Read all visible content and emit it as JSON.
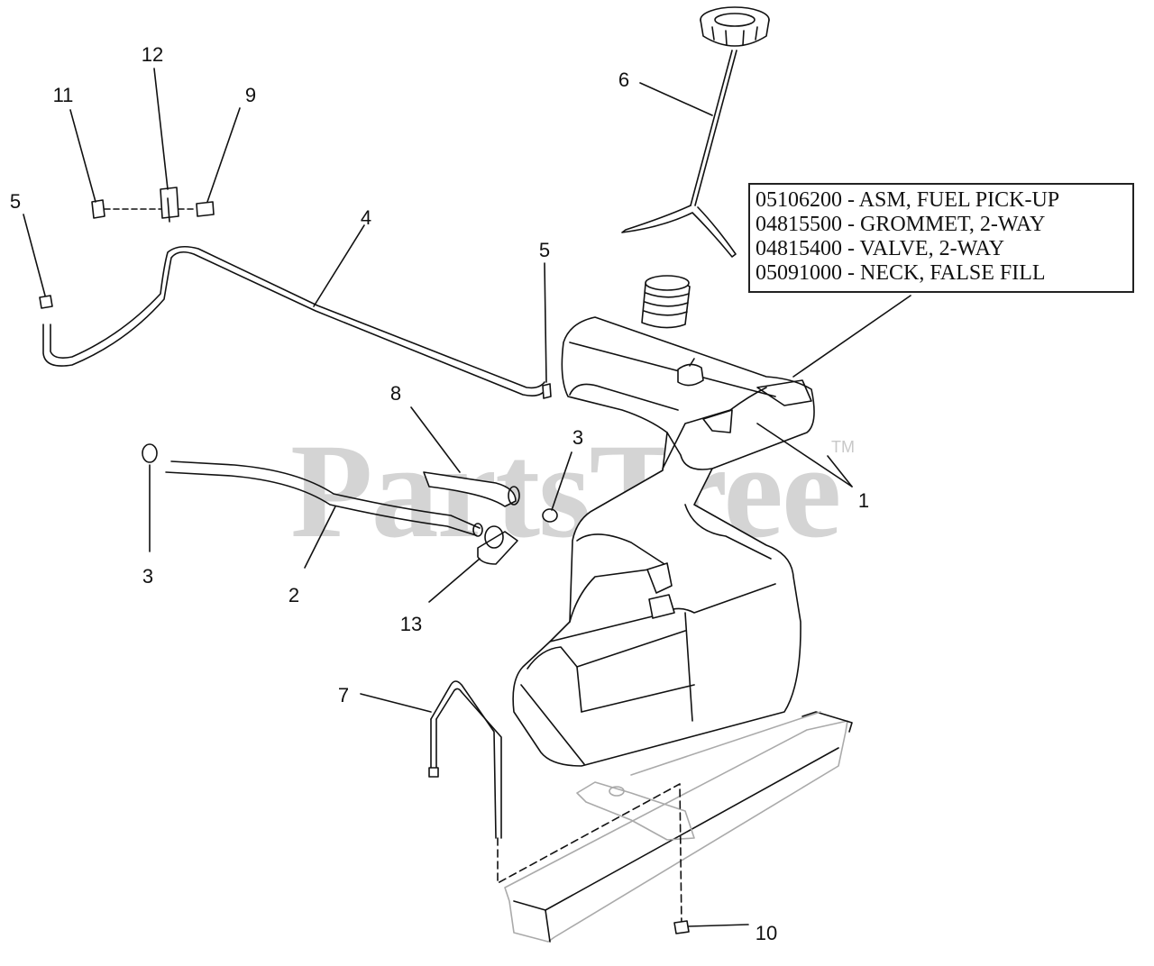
{
  "watermark": {
    "text": "PartsTree",
    "tm": "TM"
  },
  "parts_box": {
    "lines": [
      "05106200 - ASM, FUEL PICK-UP",
      "04815500 - GROMMET, 2-WAY",
      "04815400 - VALVE, 2-WAY",
      "05091000 - NECK, FALSE FILL"
    ]
  },
  "callouts": {
    "c1": "1",
    "c2": "2",
    "c3a": "3",
    "c3b": "3",
    "c4": "4",
    "c5a": "5",
    "c5b": "5",
    "c6": "6",
    "c7": "7",
    "c8": "8",
    "c9": "9",
    "c10": "10",
    "c11": "11",
    "c12": "12",
    "c13": "13"
  }
}
